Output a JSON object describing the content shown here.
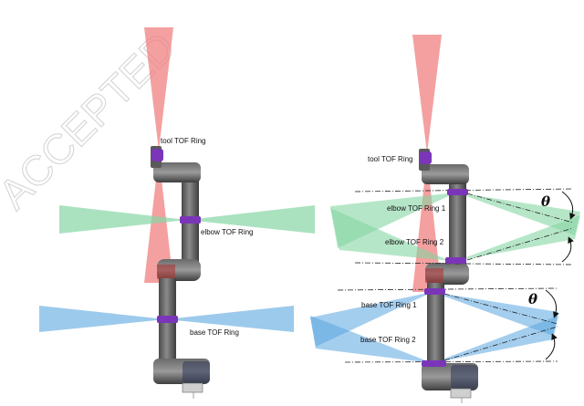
{
  "watermark": "ACCEPTED",
  "left_panel": {
    "tool_label": "tool TOF Ring",
    "elbow_label": "elbow TOF Ring",
    "base_label": "base TOF Ring"
  },
  "right_panel": {
    "tool_label": "tool TOF Ring",
    "elbow_ring1_label": "elbow TOF Ring 1",
    "elbow_ring2_label": "elbow TOF Ring 2",
    "base_ring1_label": "base TOF Ring 1",
    "base_ring2_label": "base TOF Ring 2",
    "angle_symbol_top": "θ",
    "angle_symbol_bottom": "θ"
  },
  "colors": {
    "red_cone": "#f08080",
    "green_cone": "#86d6a4",
    "blue_cone": "#5aa6e0",
    "ring": "#7b35b8",
    "robot_gray": "#5d5d5d",
    "robot_dark": "#3c3c3c"
  }
}
